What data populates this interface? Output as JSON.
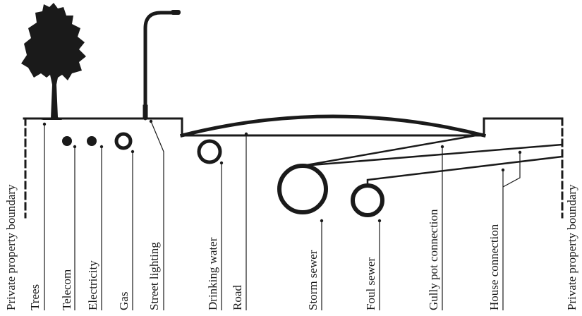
{
  "labels": {
    "left_boundary": "Private property boundary",
    "trees": "Trees",
    "telecom": "Telecom",
    "electricity": "Electricity",
    "gas": "Gas",
    "street_lighting": "Street lighting",
    "drinking_water": "Drinking water",
    "road": "Road",
    "storm_sewer": "Storm sewer",
    "foul_sewer": "Foul sewer",
    "gully_pot": "Gully pot connection",
    "house_connection": "House connection",
    "right_boundary": "Private property boundary"
  },
  "colors": {
    "ink": "#1a1a1a",
    "background": "#ffffff"
  }
}
